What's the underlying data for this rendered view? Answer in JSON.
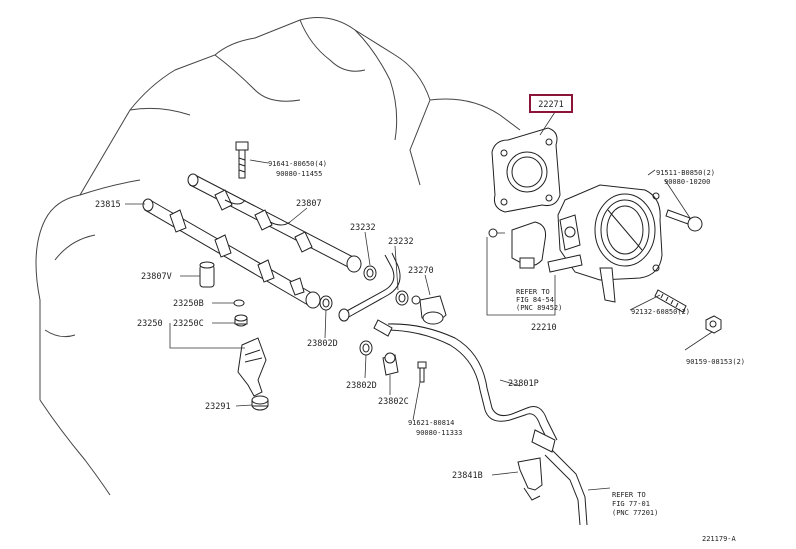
{
  "callouts": {
    "p22271": "22271",
    "p91511": "91511-B0850(2)",
    "p90080_10200": "90080-10200",
    "p91641": "91641-80650(4)",
    "p90080_11455": "90080-11455",
    "p23815": "23815",
    "p23807": "23807",
    "p23232a": "23232",
    "p23232b": "23232",
    "p23270": "23270",
    "p23807v": "23807V",
    "p23250b": "23250B",
    "p23250": "23250",
    "p23250c": "23250C",
    "p23802d_a": "23802D",
    "p23802d_b": "23802D",
    "p23802c": "23802C",
    "p23291": "23291",
    "p91621": "91621-80814",
    "p90080_11333": "90080-11333",
    "p23801p": "23801P",
    "p23841b": "23841B",
    "p22210": "22210",
    "p92132": "92132-60850(2)",
    "p90159": "90159-08153(2)",
    "ref1_line1": "REFER TO",
    "ref1_line2": "FIG 84-54",
    "ref1_line3": "(PNC 89452)",
    "ref2_line1": "REFER TO",
    "ref2_line2": "FIG 77-01",
    "ref2_line3": "(PNC 77201)",
    "diagram_id": "221179-A"
  },
  "colors": {
    "highlight": "#8b1538",
    "line": "#333333"
  }
}
